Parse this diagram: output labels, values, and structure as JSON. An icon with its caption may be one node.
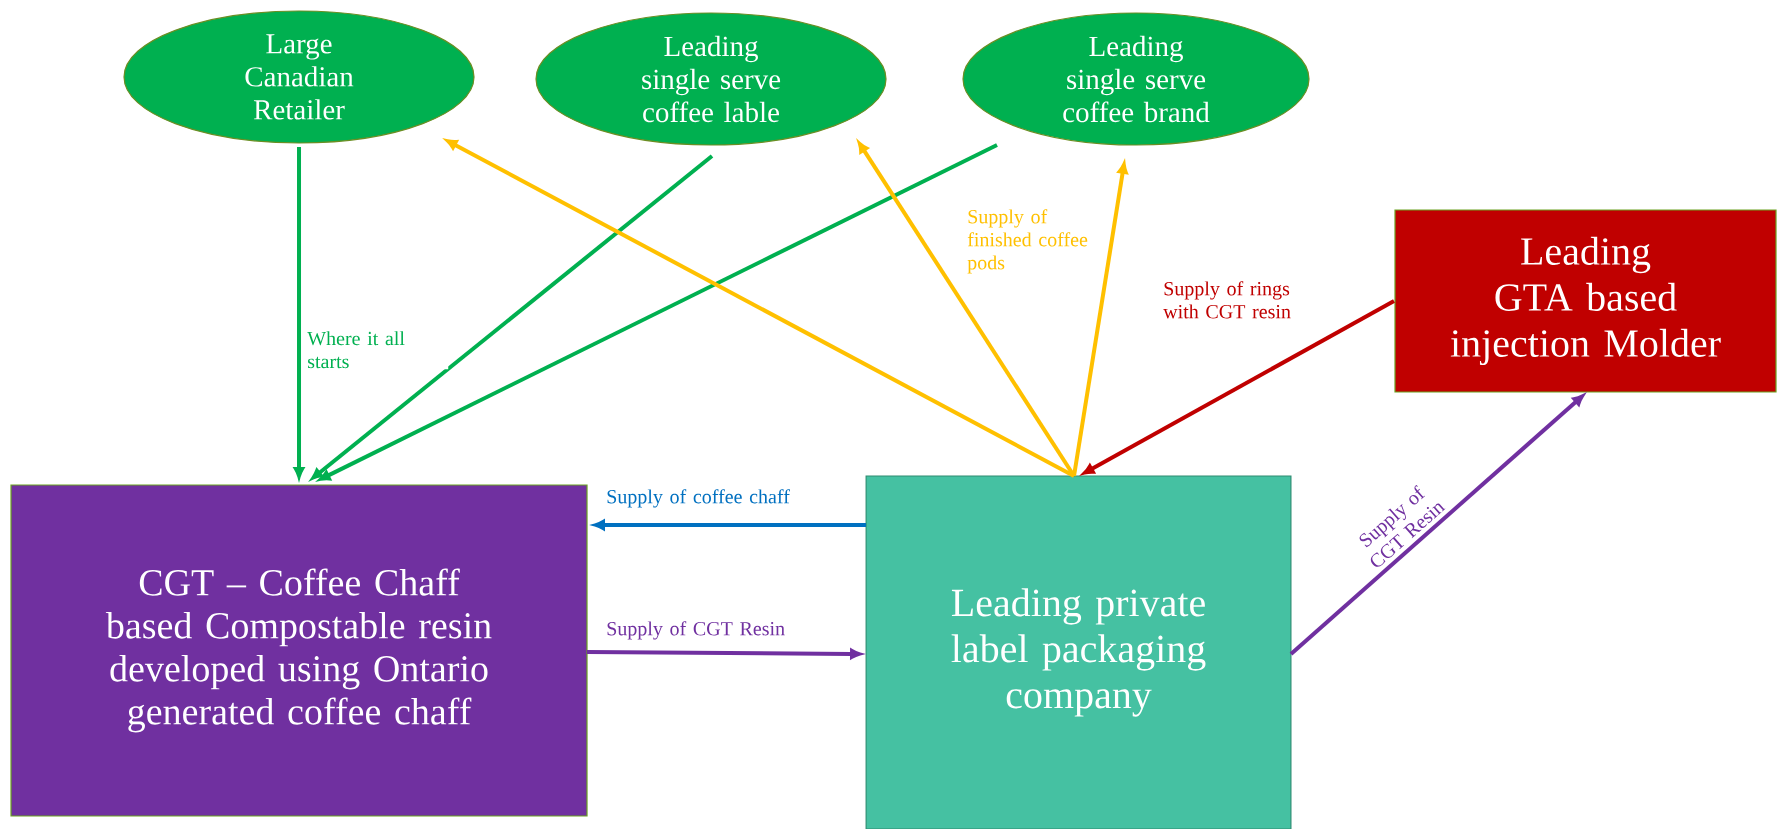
{
  "diagram": {
    "nodes": [
      {
        "text": [
          "Large Canadian Retailer"
        ]
      },
      {
        "text": [
          "Leading single serve coffee lable"
        ]
      },
      {
        "text": [
          "Leading single serve coffee brand"
        ]
      },
      {
        "text": [
          "Leading GTA based injection Molder"
        ]
      },
      {
        "text": [
          "CGT – Coffee Chaff based Compostable resin developed using Ontario generated coffee chaff"
        ]
      },
      {
        "text": [
          "Leading private label packaging company"
        ]
      }
    ],
    "edges": [
      {
        "from": 0,
        "to": 4,
        "arrow": "to",
        "label": "Where it all starts",
        "color": "#00b050"
      },
      {
        "from": 1,
        "to": 4,
        "arrow": "to",
        "color": "#00b050"
      },
      {
        "from": 2,
        "to": 4,
        "arrow": "to",
        "color": "#00b050"
      },
      {
        "from": 5,
        "to": 0,
        "arrow": "to",
        "color": "#ffc000"
      },
      {
        "from": 5,
        "to": 1,
        "arrow": "to",
        "color": "#ffc000"
      },
      {
        "from": 5,
        "to": 2,
        "arrow": "to",
        "label": "Supply of finished coffee pods",
        "color": "#ffc000"
      },
      {
        "from": 3,
        "to": 5,
        "arrow": "to",
        "label": "Supply of rings with CGT resin",
        "color": "#c00000"
      },
      {
        "from": 5,
        "to": 4,
        "arrow": "to",
        "label": "Supply of coffee chaff",
        "color": "#0070c0"
      },
      {
        "from": 4,
        "to": 5,
        "arrow": "to",
        "label": "Supply of CGT Resin",
        "color": "#7030a0"
      },
      {
        "from": 5,
        "to": 3,
        "arrow": "to",
        "label": "Supply of CGT Resin",
        "color": "#7030a0"
      }
    ]
  }
}
